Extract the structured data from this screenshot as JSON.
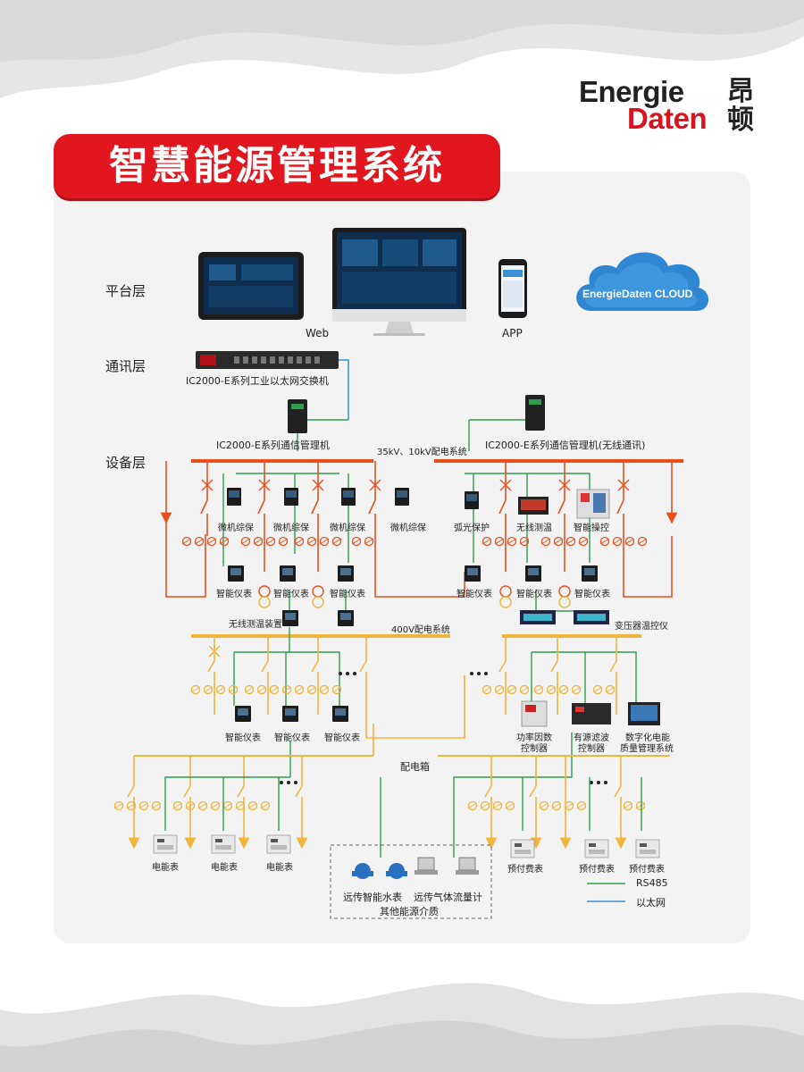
{
  "logo": {
    "line1": "Energie",
    "line2": "Daten",
    "cn1": "昂",
    "cn2": "顿"
  },
  "title": "智慧能源管理系统",
  "layers": {
    "platform": "平台层",
    "comm": "通讯层",
    "device": "设备层"
  },
  "platform": {
    "web": "Web",
    "app": "APP",
    "cloud": "EnergieDaten CLOUD"
  },
  "switch_label": "IC2000-E系列工业以太网交换机",
  "mgr_left": "IC2000-E系列通信管理机",
  "mgr_right": "IC2000-E系列通信管理机(无线通讯)",
  "hv_bus": "35kV、10kV配电系统",
  "lv_bus": "400V配电系统",
  "dist_box": "配电箱",
  "devices": {
    "protect": "微机综保",
    "arc": "弧光保护",
    "wireless_temp": "无线测温",
    "smart_ctrl": "智能操控",
    "meter": "智能仪表",
    "wireless_temp_dev": "无线测温装置",
    "transformer_temp": "变压器温控仪",
    "pf_ctrl_1": "功率因数",
    "pf_ctrl_2": "控制器",
    "apf_1": "有源滤波",
    "apf_2": "控制器",
    "pq_1": "数字化电能",
    "pq_2": "质量管理系统",
    "energy_meter": "电能表",
    "prepaid": "预付费表",
    "water": "远传智能水表",
    "gas": "远传气体流量计",
    "other": "其他能源介质"
  },
  "legend": {
    "rs485": "RS485",
    "ethernet": "以太网"
  },
  "colors": {
    "red": "#e1161e",
    "hv": "#e8501e",
    "lv": "#f3b43c",
    "rs485": "#2e9e4f",
    "ethernet": "#3a8fd6"
  }
}
